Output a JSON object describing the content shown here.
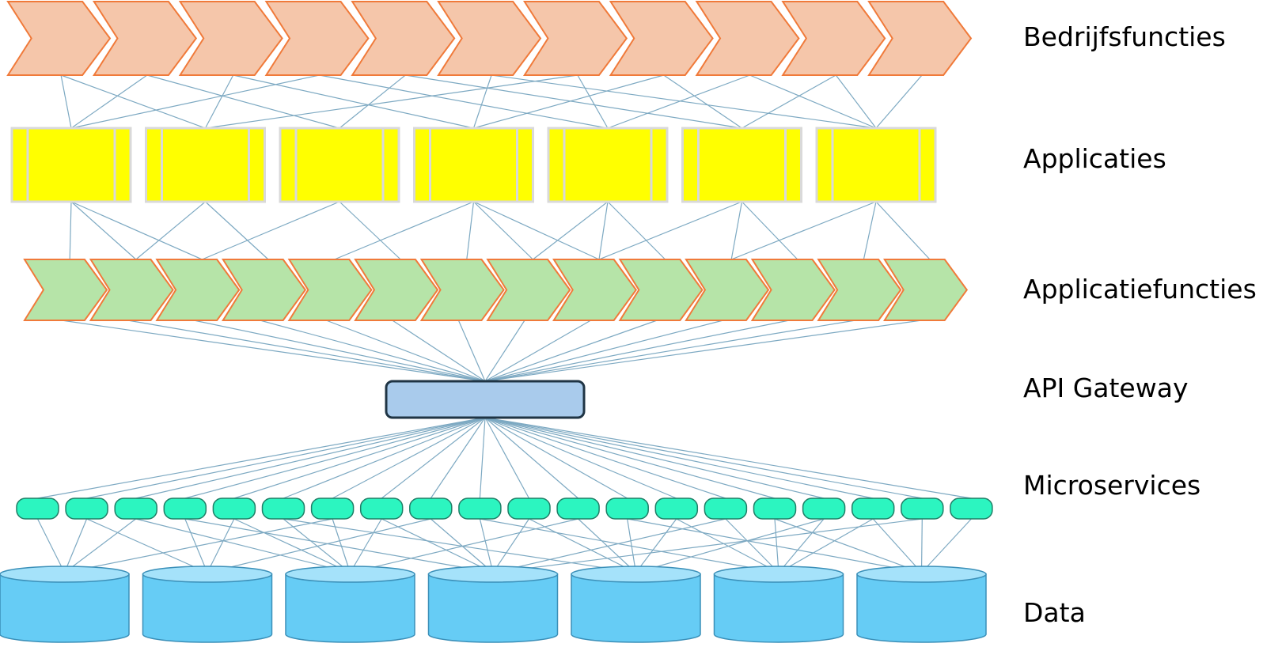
{
  "colors": {
    "line": "#7da9c2",
    "chevron_orange_fill": "#f5c6aa",
    "chevron_orange_stroke": "#f07a3a",
    "chevron_green_fill": "#b6e4a8",
    "chevron_green_stroke": "#f07a3a",
    "app_fill": "#ffff00",
    "app_stroke": "#d9d9d9",
    "gateway_fill": "#a9cbec",
    "gateway_stroke": "#1f3444",
    "service_fill": "#2cf5c0",
    "service_stroke": "#1f7e66",
    "db_fill": "#66ccf5",
    "db_top": "#a5e2fa",
    "db_stroke": "#3a8fb8"
  },
  "layers": [
    {
      "key": "bedrijfsfuncties",
      "label": "Bedrijfsfuncties",
      "shape": "chevron",
      "count": 11
    },
    {
      "key": "applicaties",
      "label": "Applicaties",
      "shape": "component-block",
      "count": 7
    },
    {
      "key": "applicatiefuncties",
      "label": "Applicatiefuncties",
      "shape": "chevron",
      "count": 14
    },
    {
      "key": "api_gateway",
      "label": "API Gateway",
      "shape": "rounded-rectangle",
      "count": 1
    },
    {
      "key": "microservices",
      "label": "Microservices",
      "shape": "pill",
      "count": 20
    },
    {
      "key": "data",
      "label": "Data",
      "shape": "cylinder",
      "count": 7
    }
  ],
  "connections": {
    "bedrijfsfuncties_to_applicaties": [
      [
        0,
        0
      ],
      [
        0,
        1
      ],
      [
        1,
        0
      ],
      [
        1,
        2
      ],
      [
        2,
        1
      ],
      [
        2,
        3
      ],
      [
        3,
        0
      ],
      [
        3,
        4
      ],
      [
        4,
        2
      ],
      [
        4,
        5
      ],
      [
        5,
        3
      ],
      [
        5,
        6
      ],
      [
        6,
        1
      ],
      [
        6,
        4
      ],
      [
        7,
        3
      ],
      [
        7,
        5
      ],
      [
        8,
        4
      ],
      [
        8,
        6
      ],
      [
        9,
        5
      ],
      [
        9,
        6
      ],
      [
        10,
        6
      ]
    ],
    "applicaties_to_applicatiefuncties": [
      [
        0,
        0
      ],
      [
        0,
        1
      ],
      [
        0,
        2
      ],
      [
        1,
        1
      ],
      [
        1,
        3
      ],
      [
        2,
        2
      ],
      [
        2,
        5
      ],
      [
        3,
        4
      ],
      [
        3,
        6
      ],
      [
        3,
        7
      ],
      [
        3,
        8
      ],
      [
        4,
        8
      ],
      [
        4,
        9
      ],
      [
        4,
        7
      ],
      [
        5,
        10
      ],
      [
        5,
        11
      ],
      [
        5,
        8
      ],
      [
        6,
        12
      ],
      [
        6,
        13
      ],
      [
        6,
        10
      ]
    ],
    "microservices_to_data": [
      [
        0,
        0
      ],
      [
        1,
        0
      ],
      [
        1,
        1
      ],
      [
        2,
        0
      ],
      [
        2,
        2
      ],
      [
        3,
        1
      ],
      [
        3,
        3
      ],
      [
        4,
        1
      ],
      [
        4,
        2
      ],
      [
        5,
        2
      ],
      [
        5,
        4
      ],
      [
        6,
        2
      ],
      [
        6,
        0
      ],
      [
        7,
        2
      ],
      [
        7,
        3
      ],
      [
        8,
        3
      ],
      [
        8,
        1
      ],
      [
        9,
        3
      ],
      [
        9,
        5
      ],
      [
        10,
        3
      ],
      [
        10,
        4
      ],
      [
        11,
        4
      ],
      [
        11,
        2
      ],
      [
        12,
        4
      ],
      [
        12,
        6
      ],
      [
        13,
        4
      ],
      [
        13,
        5
      ],
      [
        14,
        5
      ],
      [
        14,
        3
      ],
      [
        15,
        5
      ],
      [
        15,
        6
      ],
      [
        16,
        5
      ],
      [
        16,
        4
      ],
      [
        17,
        6
      ],
      [
        17,
        5
      ],
      [
        18,
        6
      ],
      [
        18,
        3
      ],
      [
        19,
        6
      ]
    ]
  }
}
